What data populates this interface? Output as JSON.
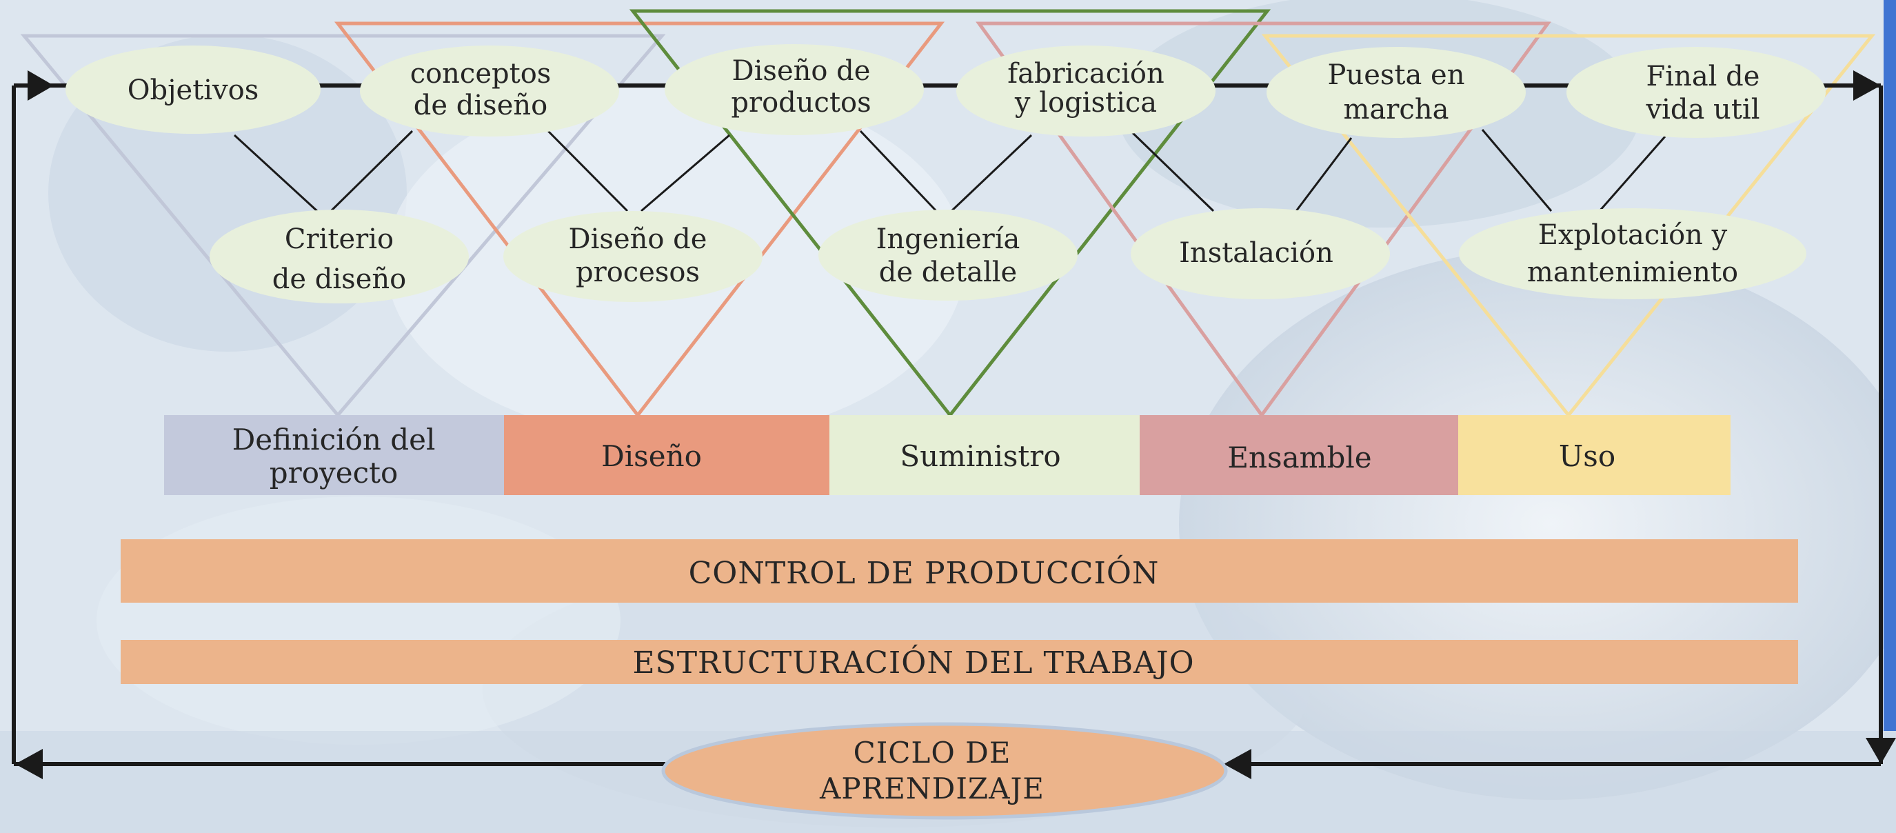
{
  "colors": {
    "definicion": "#c3c9dc",
    "diseno": "#e99a7e",
    "suministro": "#e6efd6",
    "ensamble": "#d9a0a0",
    "uso": "#f8e19d",
    "bars": "#ecb48b",
    "ellipse": "#e8f0dc",
    "loop": "#1a1a1a",
    "edge": "#3f74d2"
  },
  "nodes_top": [
    {
      "id": "objetivos",
      "lines": [
        "Objetivos"
      ]
    },
    {
      "id": "conceptos",
      "lines": [
        "conceptos",
        "de diseño"
      ]
    },
    {
      "id": "diseno-productos",
      "lines": [
        "Diseño de",
        "productos"
      ]
    },
    {
      "id": "fabricacion",
      "lines": [
        "fabricación",
        "y logistica"
      ]
    },
    {
      "id": "puesta",
      "lines": [
        "Puesta en",
        "marcha"
      ]
    },
    {
      "id": "final",
      "lines": [
        "Final de",
        "vida util"
      ]
    }
  ],
  "nodes_bottom": [
    {
      "id": "criterio",
      "lines": [
        "Criterio",
        "de diseño"
      ]
    },
    {
      "id": "diseno-procesos",
      "lines": [
        "Diseño de",
        "procesos"
      ]
    },
    {
      "id": "ingenieria",
      "lines": [
        "Ingeniería",
        "de detalle"
      ]
    },
    {
      "id": "instalacion",
      "lines": [
        "Instalación"
      ]
    },
    {
      "id": "explotacion",
      "lines": [
        "Explotación y",
        "mantenimiento"
      ]
    }
  ],
  "phases": [
    {
      "id": "definicion",
      "lines": [
        "Definición del",
        "proyecto"
      ]
    },
    {
      "id": "diseno",
      "lines": [
        "Diseño"
      ]
    },
    {
      "id": "suministro",
      "lines": [
        "Suministro"
      ]
    },
    {
      "id": "ensamble",
      "lines": [
        "Ensamble"
      ]
    },
    {
      "id": "uso",
      "lines": [
        "Uso"
      ]
    }
  ],
  "bars": {
    "control": "CONTROL DE PRODUCCIÓN",
    "estructuracion": "ESTRUCTURACIÓN DEL TRABAJO"
  },
  "cycle": {
    "line1": "CICLO DE",
    "line2": "APRENDIZAJE"
  }
}
